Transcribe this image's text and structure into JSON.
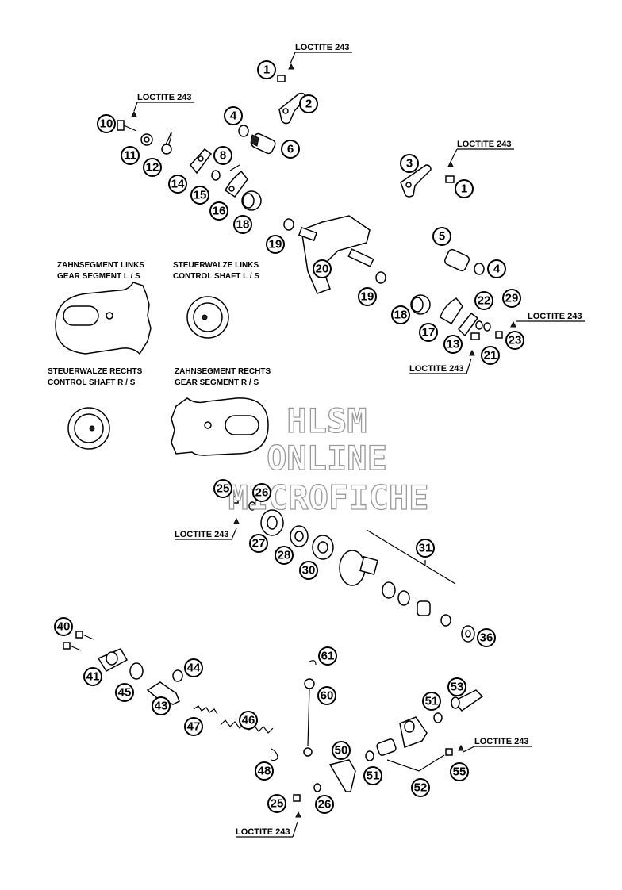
{
  "watermark": {
    "line1": "HLSM",
    "line2": "ONLINE",
    "line3": "MICROFICHE"
  },
  "loctite_label": "LOCTITE 243",
  "insets": {
    "gear_segment_left": [
      "ZAHNSEGMENT LINKS",
      "GEAR SEGMENT L / S"
    ],
    "control_shaft_left": [
      "STEUERWALZE LINKS",
      "CONTROL SHAFT L / S"
    ],
    "control_shaft_right": [
      "STEUERWALZE RECHTS",
      "CONTROL SHAFT R / S"
    ],
    "gear_segment_right": [
      "ZAHNSEGMENT RECHTS",
      "GEAR SEGMENT R / S"
    ]
  },
  "callouts": [
    "1",
    "2",
    "4",
    "6",
    "10",
    "11",
    "12",
    "14",
    "15",
    "8",
    "16",
    "18",
    "19",
    "20",
    "3",
    "1",
    "5",
    "4",
    "19",
    "18",
    "17",
    "13",
    "22",
    "29",
    "21",
    "23",
    "25",
    "26",
    "27",
    "28",
    "30",
    "31",
    "36",
    "40",
    "41",
    "45",
    "43",
    "44",
    "47",
    "46",
    "48",
    "61",
    "60",
    "50",
    "25",
    "26",
    "51",
    "53",
    "51",
    "52",
    "55"
  ]
}
